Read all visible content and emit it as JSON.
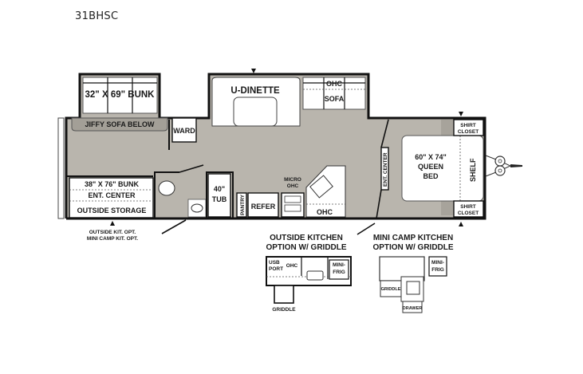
{
  "model": "31BHSC",
  "rooms": {
    "front_bunk": "32\" X 69\" BUNK",
    "jiffy_sofa": "JIFFY SOFA BELOW",
    "ward": "WARD",
    "u_dinette": "U-DINETTE",
    "ohc_top": "OHC",
    "sofa": "SOFA",
    "rear_bunk": "38\" X 76\" BUNK",
    "ent_center_left": "ENT. CENTER",
    "outside_storage": "OUTSIDE STORAGE",
    "tub_size": "40\"",
    "tub": "TUB",
    "pantry": "PANTRY",
    "refer": "REFER",
    "micro_line1": "MICRO",
    "micro_line2": "OHC",
    "ohc_kitchen": "OHC",
    "ent_center_right": "ENT. CENTER",
    "queen_line1": "60\" X 74\"",
    "queen_line2": "QUEEN",
    "queen_line3": "BED",
    "shelf": "SHELF",
    "shirt_closet_top_1": "SHIRT",
    "shirt_closet_top_2": "CLOSET",
    "shirt_closet_bottom_1": "SHIRT",
    "shirt_closet_bottom_2": "CLOSET"
  },
  "notes": {
    "outside_kit_opt": "OUTSIDE KIT. OPT.",
    "mini_camp_kit_opt": "MINI CAMP KIT. OPT."
  },
  "outside_kitchen": {
    "title_line1": "OUTSIDE KITCHEN",
    "title_line2": "OPTION W/ GRIDDLE",
    "usb": "USB",
    "port": "PORT",
    "ohc": "OHC",
    "mini": "MINI-",
    "frig": "FRIG",
    "griddle": "GRIDDLE"
  },
  "mini_camp_kitchen": {
    "title_line1": "MINI CAMP KITCHEN",
    "title_line2": "OPTION W/ GRIDDLE",
    "mini": "MINI-",
    "frig": "FRIG",
    "griddle": "GRIDDLE",
    "drawer": "DRAWER"
  },
  "colors": {
    "floor": "#b9b5ad",
    "wall": "#111111",
    "background": "#ffffff"
  }
}
